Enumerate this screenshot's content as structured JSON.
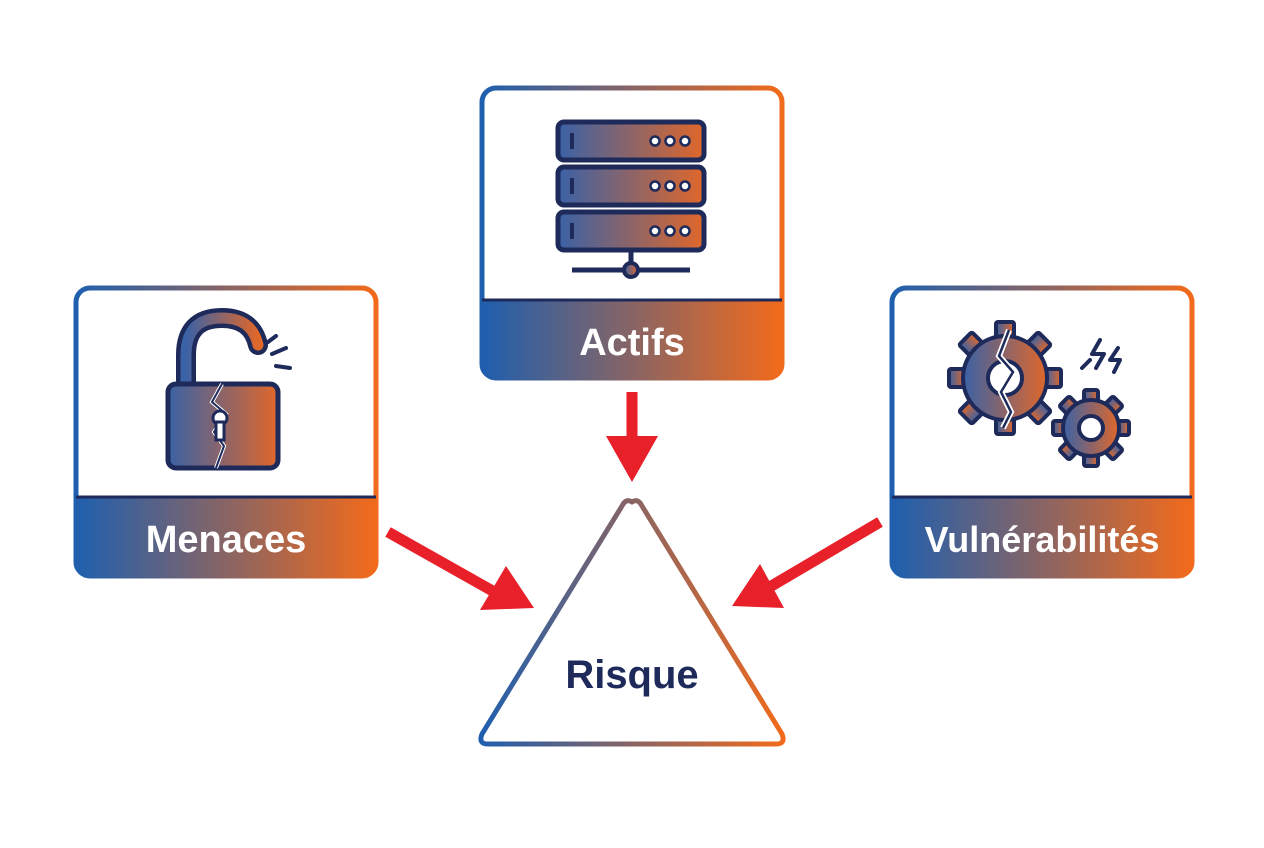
{
  "cards": {
    "actifs": {
      "label": "Actifs",
      "icon": "server-rack-icon"
    },
    "menaces": {
      "label": "Menaces",
      "icon": "broken-padlock-icon"
    },
    "vulnerabilites": {
      "label": "Vulnérabilités",
      "icon": "broken-gears-icon"
    }
  },
  "center": {
    "label": "Risque",
    "shape": "triangle"
  },
  "colors": {
    "gradient_start": "#1f5fae",
    "gradient_end": "#f26a1b",
    "arrow": "#e8202a",
    "icon_stroke": "#1e2a5a",
    "risk_text": "#1e2a5a"
  }
}
